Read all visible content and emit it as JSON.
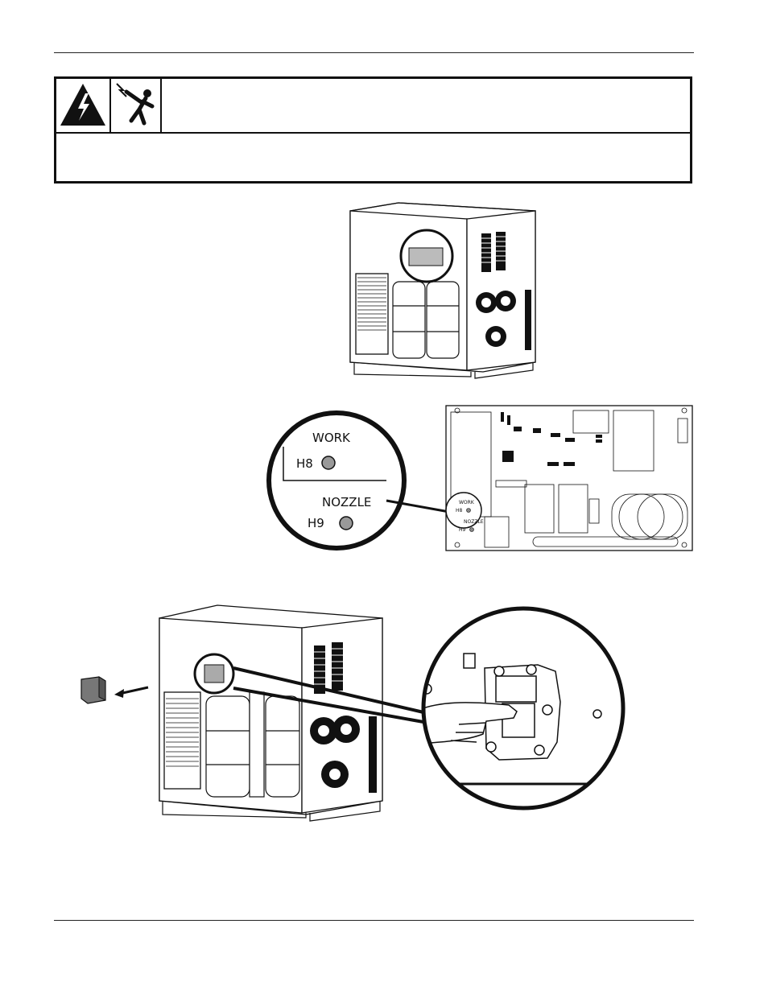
{
  "callout_board": {
    "work_label": "WORK",
    "h8_label": "H8",
    "nozzle_label": "NOZZLE",
    "h9_label": "H9"
  },
  "board_small_labels": {
    "work": "WORK",
    "h8": "H8",
    "nozzle": "NOZZLE",
    "h9": "H9"
  },
  "icons": [
    "electric-shock-warning-icon",
    "electrocution-hazard-icon"
  ]
}
